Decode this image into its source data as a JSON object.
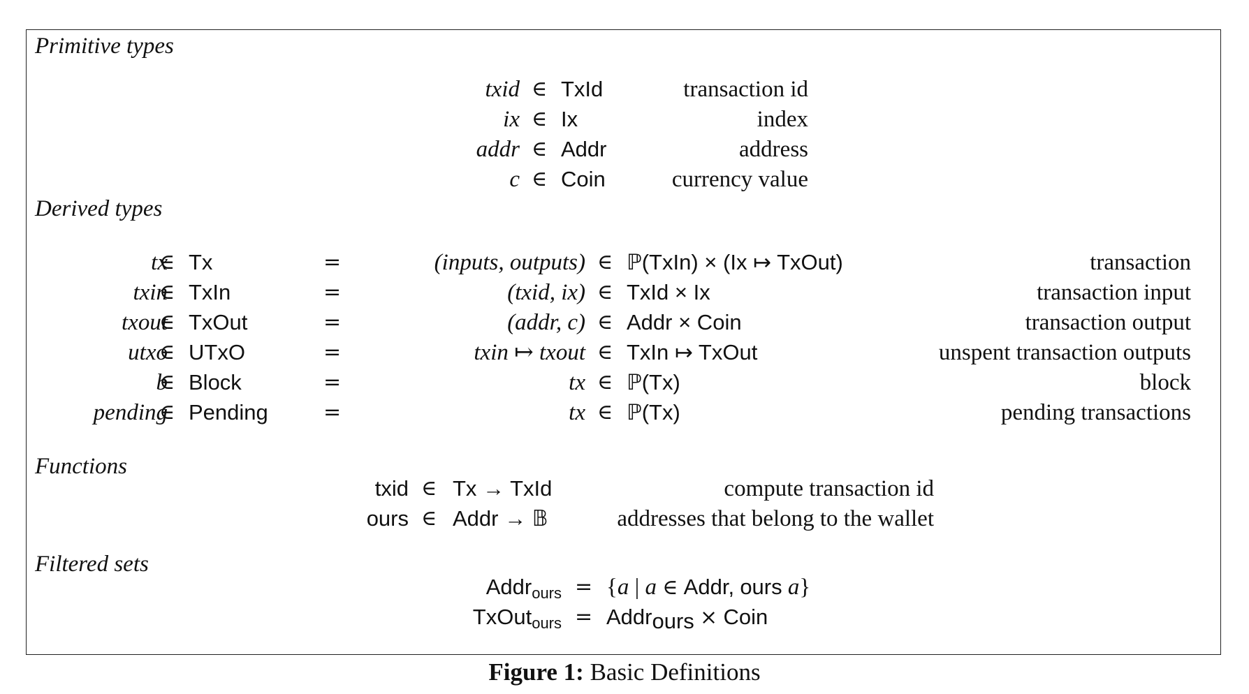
{
  "sections": {
    "primitive": {
      "heading": "Primitive types",
      "rows": [
        {
          "var": "txid",
          "in": "∈",
          "type": "TxId",
          "desc": "transaction id"
        },
        {
          "var": "ix",
          "in": "∈",
          "type": "Ix",
          "desc": "index"
        },
        {
          "var": "addr",
          "in": "∈",
          "type": "Addr",
          "desc": "address"
        },
        {
          "var": "c",
          "in": "∈",
          "type": "Coin",
          "desc": "currency value"
        }
      ]
    },
    "derived": {
      "heading": "Derived types",
      "rows": [
        {
          "var": "tx",
          "in": "∈",
          "type": "Tx",
          "eq": "=",
          "pattern": "(inputs, outputs)",
          "in2": "∈",
          "def": "ℙ(TxIn) × (Ix ↦ TxOut)",
          "desc": "transaction"
        },
        {
          "var": "txin",
          "in": "∈",
          "type": "TxIn",
          "eq": "=",
          "pattern": "(txid, ix)",
          "in2": "∈",
          "def": "TxId × Ix",
          "desc": "transaction input"
        },
        {
          "var": "txout",
          "in": "∈",
          "type": "TxOut",
          "eq": "=",
          "pattern": "(addr, c)",
          "in2": "∈",
          "def": "Addr × Coin",
          "desc": "transaction output"
        },
        {
          "var": "utxo",
          "in": "∈",
          "type": "UTxO",
          "eq": "=",
          "pattern": "txin ↦ txout",
          "in2": "∈",
          "def": "TxIn ↦ TxOut",
          "desc": "unspent transaction outputs"
        },
        {
          "var": "b",
          "in": "∈",
          "type": "Block",
          "eq": "=",
          "pattern": "tx",
          "in2": "∈",
          "def": "ℙ(Tx)",
          "desc": "block"
        },
        {
          "var": "pending",
          "in": "∈",
          "type": "Pending",
          "eq": "=",
          "pattern": "tx",
          "in2": "∈",
          "def": "ℙ(Tx)",
          "desc": "pending transactions"
        }
      ]
    },
    "functions": {
      "heading": "Functions",
      "rows": [
        {
          "name": "txid",
          "in": "∈",
          "sig": "Tx → TxId",
          "desc": "compute transaction id"
        },
        {
          "name": "ours",
          "in": "∈",
          "sig": "Addr → 𝔹",
          "desc": "addresses that belong to the wallet"
        }
      ]
    },
    "filtered": {
      "heading": "Filtered sets",
      "rows": [
        {
          "base": "Addr",
          "sub": "ours",
          "eq": "=",
          "rhs_open": "{",
          "rhs_a": "a",
          "rhs_bar": "|",
          "rhs_a2": "a",
          "rhs_in": "∈",
          "rhs_addr": "Addr,",
          "rhs_ours": "ours",
          "rhs_a3": "a",
          "rhs_close": "}"
        },
        {
          "base": "TxOut",
          "sub": "ours",
          "eq": "=",
          "rhs_base": "Addr",
          "rhs_sub": "ours",
          "rhs_times": "×",
          "rhs_coin": "Coin"
        }
      ]
    }
  },
  "caption": {
    "label": "Figure 1:",
    "text": "Basic Definitions"
  }
}
